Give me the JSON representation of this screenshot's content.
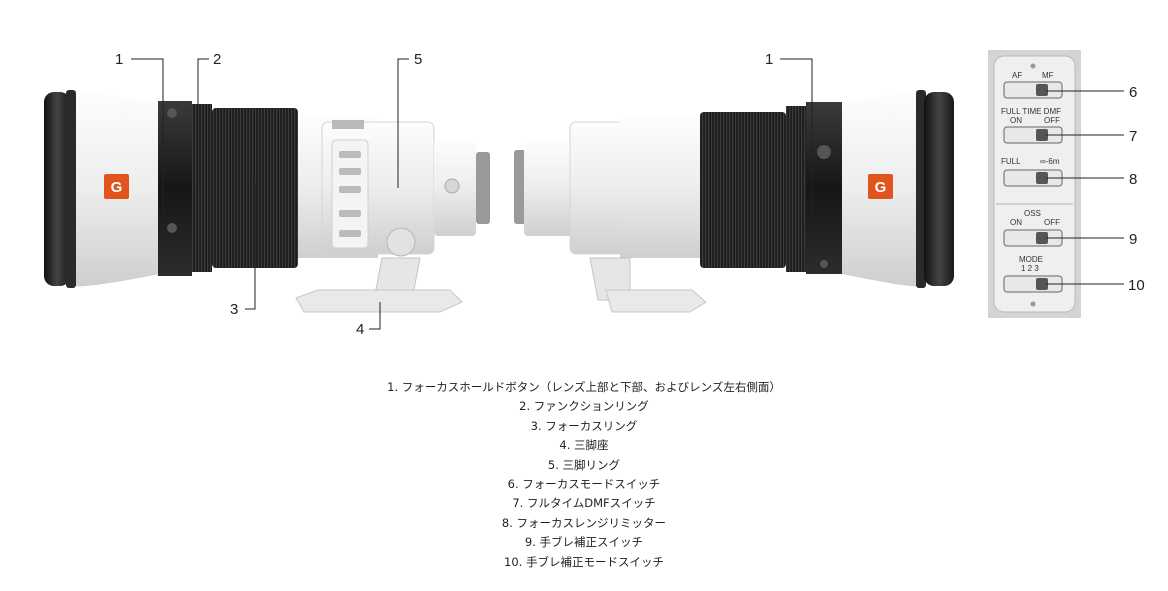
{
  "diagram": {
    "callouts": {
      "c1_left": "1",
      "c2": "2",
      "c3": "3",
      "c4": "4",
      "c5": "5",
      "c1_right": "1",
      "c6": "6",
      "c7": "7",
      "c8": "8",
      "c9": "9",
      "c10": "10"
    },
    "badge": "G",
    "switch_panel": {
      "af_mf": "AF",
      "mf": "MF",
      "full_time_dmf": "FULL TIME DMF",
      "on": "ON",
      "off": "OFF",
      "full": "FULL",
      "range": "∞-6m",
      "oss": "OSS",
      "oss_on": "ON",
      "oss_off": "OFF",
      "mode": "MODE",
      "mode_nums": "1 2 3"
    }
  },
  "legend": [
    "1. フォーカスホールドボタン（レンズ上部と下部、およびレンズ左右側面）",
    "2. ファンクションリング",
    "3. フォーカスリング",
    "4. 三脚座",
    "5. 三脚リング",
    "6. フォーカスモードスイッチ",
    "7. フルタイムDMFスイッチ",
    "8. フォーカスレンジリミッター",
    "9. 手ブレ補正スイッチ",
    "10. 手ブレ補正モードスイッチ"
  ],
  "colors": {
    "lens_body": "#ececec",
    "ring_dark": "#1e1e1e",
    "badge": "#e2541e",
    "panel": "#e4e4e4"
  }
}
